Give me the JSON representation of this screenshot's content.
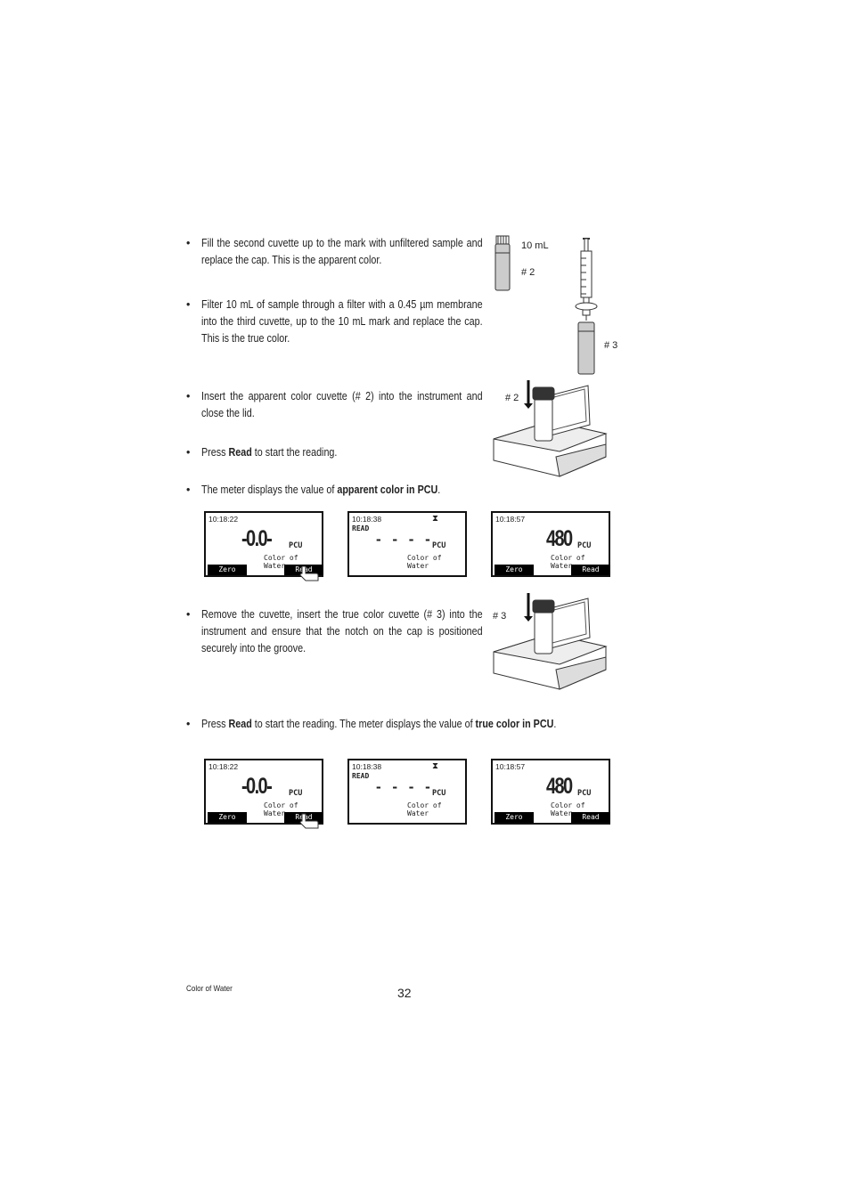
{
  "steps": [
    {
      "text": "Fill the second cuvette up to the mark with unfiltered sample and replace the cap. This is the apparent color."
    },
    {
      "text": "Filter 10 mL of sample through a filter with a 0.45 µm membrane into the third cuvette, up to the 10 mL mark and replace the cap. This is the true color."
    },
    {
      "text": "Insert the apparent color cuvette (# 2) into the instrument and close the lid."
    },
    {
      "pre": "Press ",
      "bold": "Read",
      "post": " to start the reading."
    },
    {
      "pre": "The meter displays the value of ",
      "bold": "apparent color in PCU",
      "post": "."
    },
    {
      "text": "Remove the cuvette, insert the true color cuvette (# 3) into the instrument and ensure that the notch on the cap is positioned securely into the groove."
    },
    {
      "pre": "Press ",
      "bold": "Read",
      "post": " to start the reading. The meter displays the value of ",
      "bold2": "true color in PCU",
      "post2": "."
    }
  ],
  "figure_labels": {
    "volume": "10 mL",
    "cuvette2": "# 2",
    "cuvette3": "# 3",
    "insert2": "# 2",
    "insert3": "# 3"
  },
  "screens": {
    "zero": {
      "time": "10:18:22",
      "value": "-0.0-",
      "unit": "PCU",
      "param": "Color of Water",
      "key_left": "Zero",
      "key_right": "Read"
    },
    "reading": {
      "time": "10:18:38",
      "hourglass": "⧗",
      "status": "READ",
      "value": "- - - -",
      "unit": "PCU",
      "param": "Color of Water"
    },
    "result": {
      "time": "10:18:57",
      "value": "480",
      "unit": "PCU",
      "param": "Color of Water",
      "key_left": "Zero",
      "key_right": "Read"
    }
  },
  "footer": {
    "section": "Color of Water",
    "page": "32"
  }
}
